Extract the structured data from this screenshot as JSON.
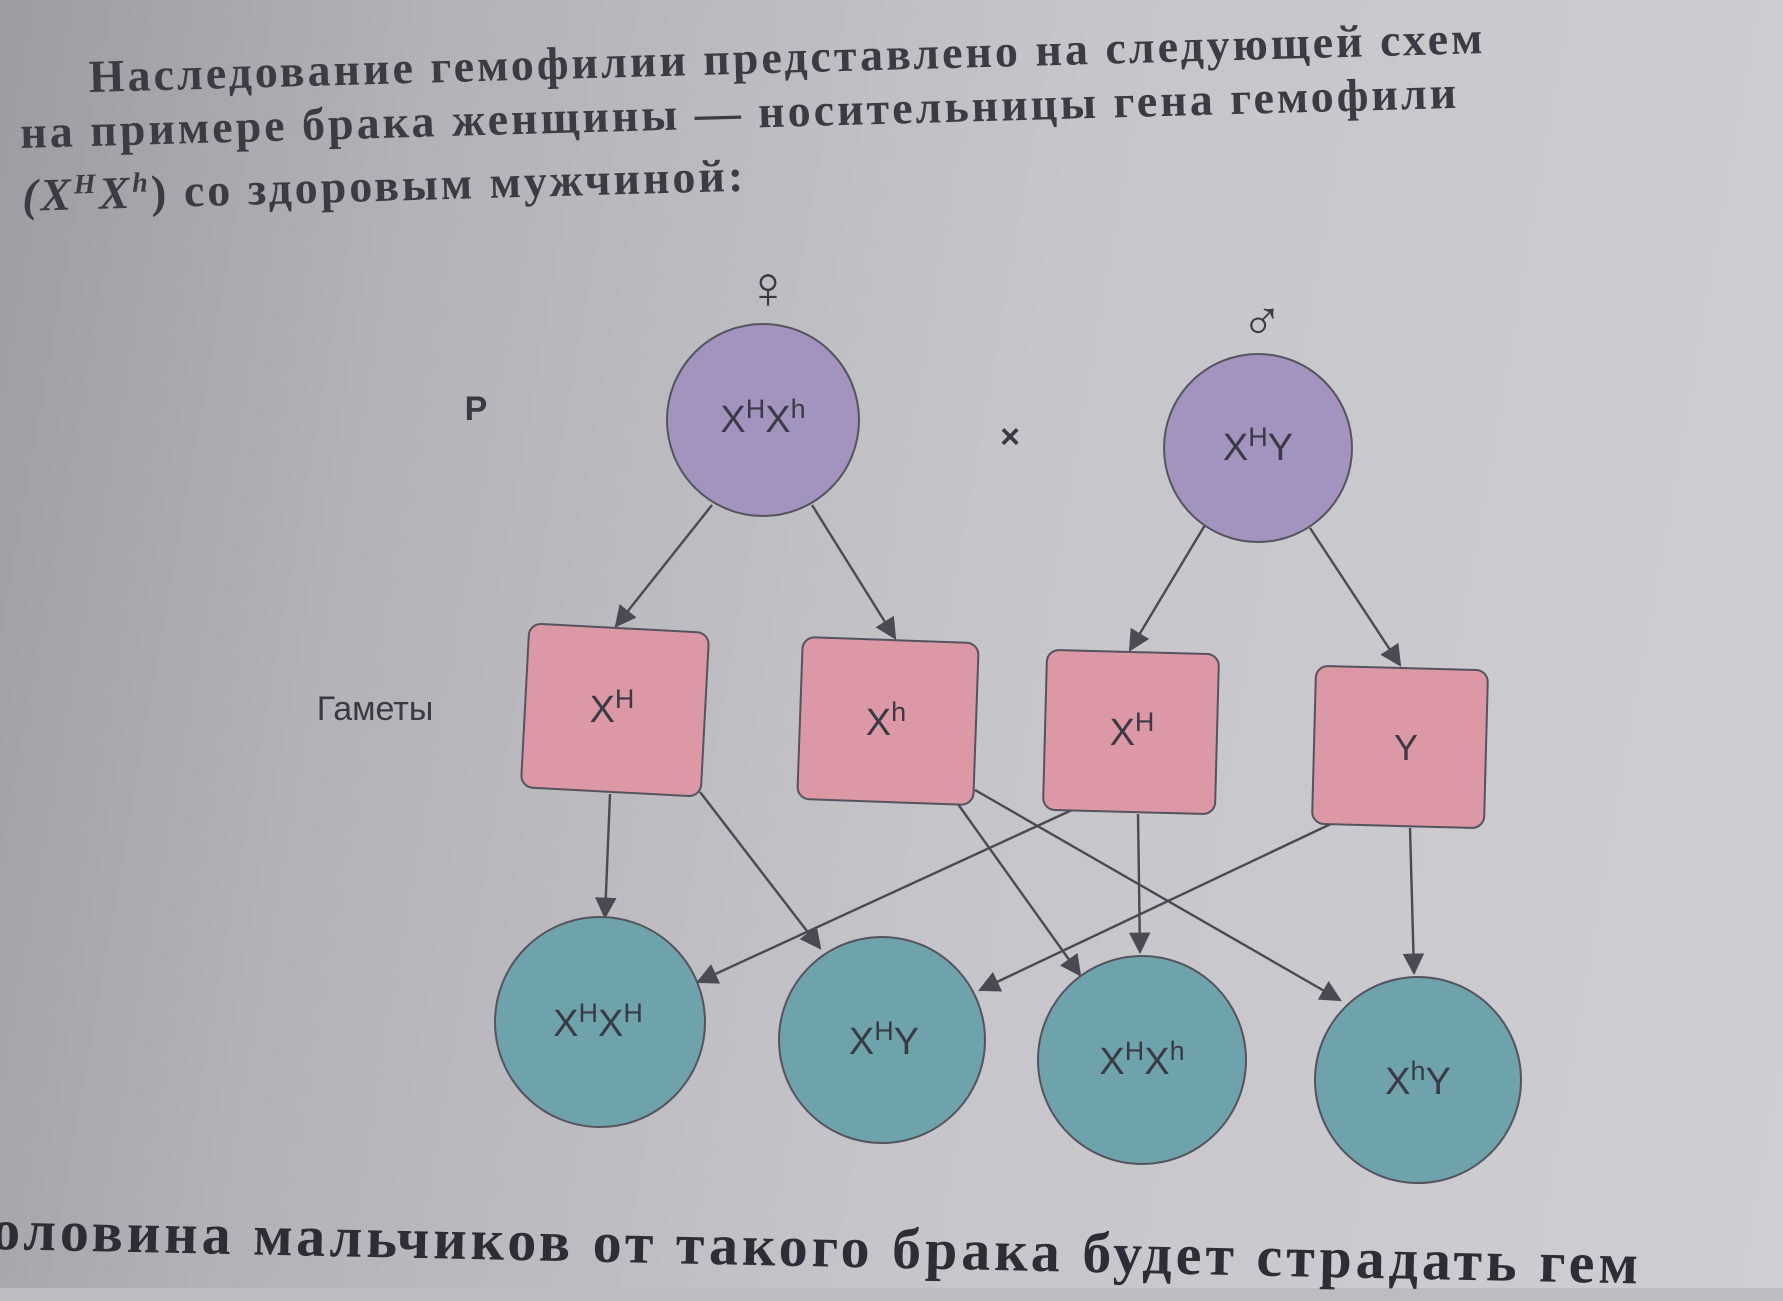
{
  "paragraph": {
    "line1": "Наследование гемофилии представлено на следующей схем",
    "line2": "на примере брака женщины — носительницы гена гемофили",
    "line3_open": "(X",
    "line3_sup1": "H",
    "line3_mid": "X",
    "line3_sup2": "h",
    "line3_rest": ") со здоровым мужчиной:"
  },
  "symbols": {
    "female": "♀",
    "male": "♂",
    "cross": "×"
  },
  "labels": {
    "parents": "P",
    "gametes": "Гаметы"
  },
  "parents": [
    {
      "id": "mother",
      "base1": "X",
      "sup1": "H",
      "base2": "X",
      "sup2": "h"
    },
    {
      "id": "father",
      "base1": "X",
      "sup1": "H",
      "base2": "Y",
      "sup2": ""
    }
  ],
  "gametes": [
    {
      "base": "X",
      "sup": "H"
    },
    {
      "base": "X",
      "sup": "h"
    },
    {
      "base": "X",
      "sup": "H"
    },
    {
      "base": "Y",
      "sup": ""
    }
  ],
  "offspring": [
    {
      "base1": "X",
      "sup1": "H",
      "base2": "X",
      "sup2": "H"
    },
    {
      "base1": "X",
      "sup1": "H",
      "base2": "Y",
      "sup2": ""
    },
    {
      "base1": "X",
      "sup1": "H",
      "base2": "X",
      "sup2": "h"
    },
    {
      "base1": "X",
      "sup1": "h",
      "base2": "Y",
      "sup2": ""
    }
  ],
  "footer": "оловина мальчиков от такого брака будет страдать гем",
  "colors": {
    "parent_fill": "#a394bf",
    "gamete_fill": "#dd98a6",
    "offspring_fill": "#6fa3ab",
    "stroke": "#55545e",
    "arrow": "#4a4a52"
  }
}
